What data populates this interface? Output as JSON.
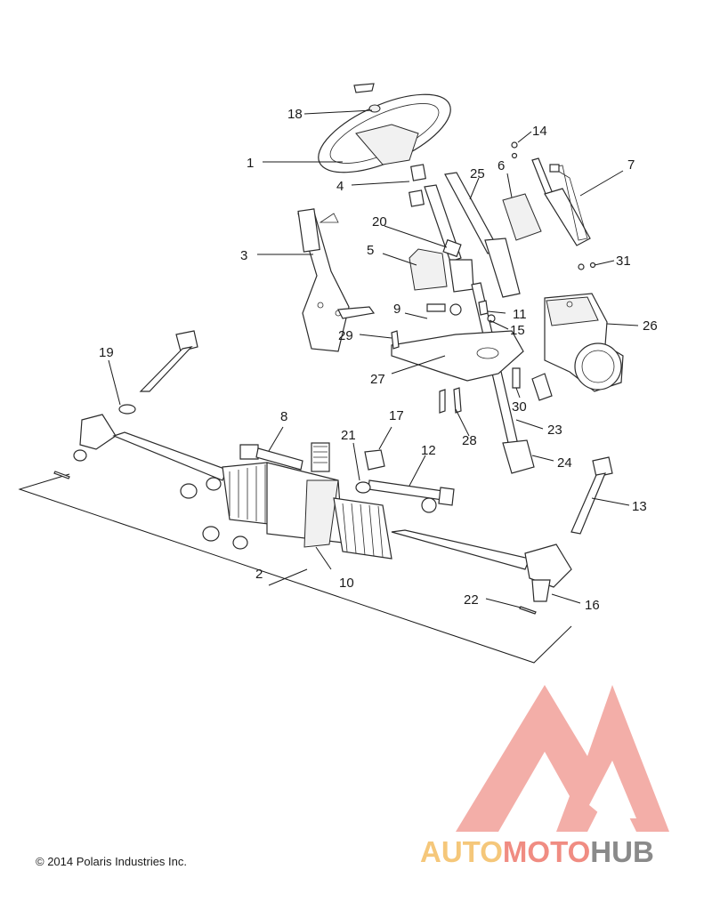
{
  "diagram": {
    "callouts": [
      {
        "id": "1",
        "label": "1"
      },
      {
        "id": "2",
        "label": "2"
      },
      {
        "id": "3",
        "label": "3"
      },
      {
        "id": "4",
        "label": "4"
      },
      {
        "id": "5",
        "label": "5"
      },
      {
        "id": "6",
        "label": "6"
      },
      {
        "id": "7",
        "label": "7"
      },
      {
        "id": "8",
        "label": "8"
      },
      {
        "id": "9",
        "label": "9"
      },
      {
        "id": "10",
        "label": "10"
      },
      {
        "id": "11",
        "label": "11"
      },
      {
        "id": "12",
        "label": "12"
      },
      {
        "id": "13",
        "label": "13"
      },
      {
        "id": "14",
        "label": "14"
      },
      {
        "id": "15",
        "label": "15"
      },
      {
        "id": "16",
        "label": "16"
      },
      {
        "id": "17",
        "label": "17"
      },
      {
        "id": "18",
        "label": "18"
      },
      {
        "id": "19",
        "label": "19"
      },
      {
        "id": "20",
        "label": "20"
      },
      {
        "id": "21",
        "label": "21"
      },
      {
        "id": "22",
        "label": "22"
      },
      {
        "id": "23",
        "label": "23"
      },
      {
        "id": "24",
        "label": "24"
      },
      {
        "id": "25",
        "label": "25"
      },
      {
        "id": "26",
        "label": "26"
      },
      {
        "id": "27",
        "label": "27"
      },
      {
        "id": "28",
        "label": "28"
      },
      {
        "id": "29",
        "label": "29"
      },
      {
        "id": "30",
        "label": "30"
      },
      {
        "id": "31",
        "label": "31"
      }
    ]
  },
  "footer": {
    "copyright": "© 2014 Polaris Industries Inc."
  },
  "watermark": {
    "brand_part1": "AUTO",
    "brand_part2": "MOTO",
    "brand_part3": "HUB",
    "colors": {
      "auto": "#f5c77a",
      "moto": "#f08c82",
      "hub": "#8a8a8a",
      "logo": "#f2a09a"
    }
  }
}
